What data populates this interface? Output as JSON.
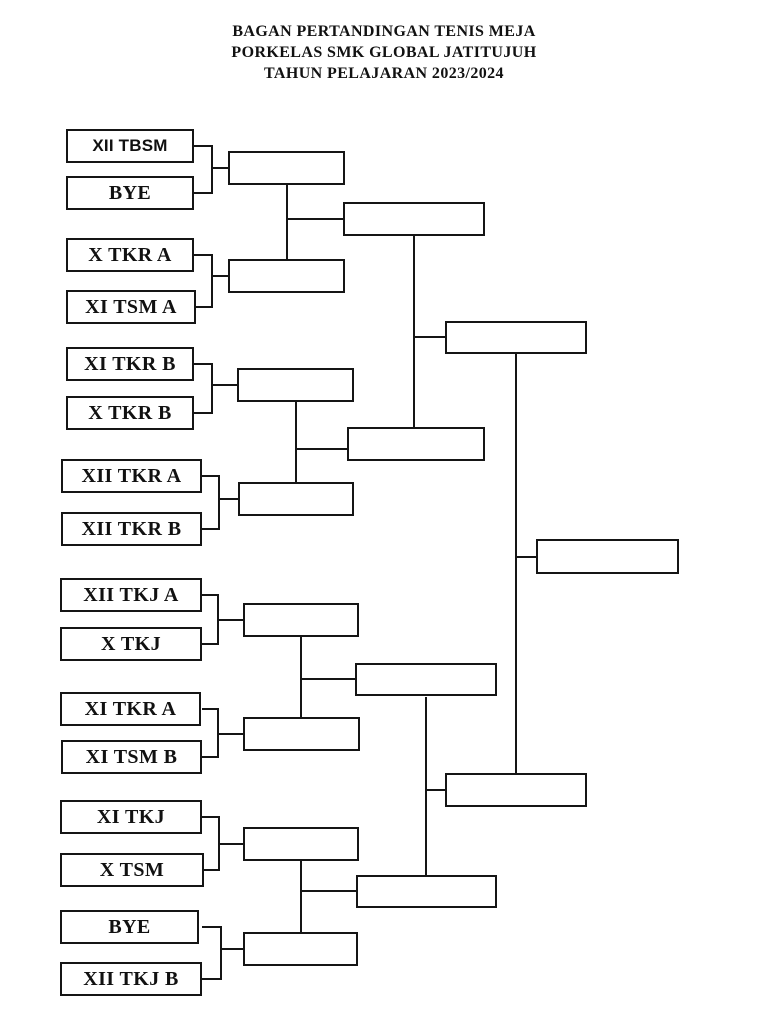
{
  "title": {
    "line1": "BAGAN PERTANDINGAN TENIS MEJA",
    "line2": "PORKELAS SMK GLOBAL JATITUJUH",
    "line3": "TAHUN PELAJARAN 2023/2024"
  },
  "bracket": {
    "teams": [
      "XII TBSM",
      "BYE",
      "X TKR A",
      "XI TSM A",
      "XI TKR B",
      "X TKR B",
      "XII TKR A",
      "XII TKR B",
      "XII TKJ A",
      "X TKJ",
      "XI TKR A",
      "XI TSM B",
      "XI TKJ",
      "X TSM",
      "BYE",
      "XII TKJ B"
    ],
    "round2_slots": [
      "",
      "",
      "",
      "",
      "",
      "",
      "",
      ""
    ],
    "semifinal_slots": [
      "",
      "",
      "",
      ""
    ],
    "final_slots": [
      "",
      ""
    ],
    "champion_slot": ""
  },
  "colors": {
    "ink": "#151515",
    "background": "#ffffff"
  }
}
